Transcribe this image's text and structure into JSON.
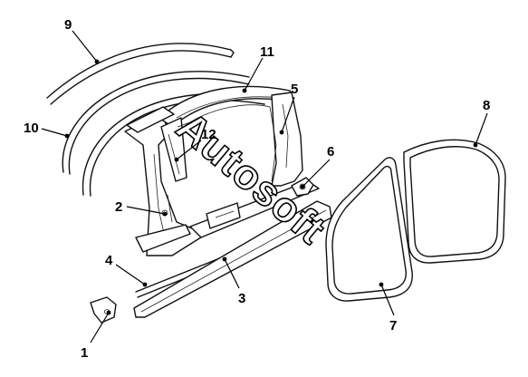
{
  "callouts": {
    "c1": "1",
    "c2": "2",
    "c3": "3",
    "c4": "4",
    "c5": "5",
    "c6": "6",
    "c7": "7",
    "c8": "8",
    "c9": "9",
    "c10": "10",
    "c11": "11",
    "c12": "12"
  },
  "watermark": {
    "text": "Autosoft"
  }
}
